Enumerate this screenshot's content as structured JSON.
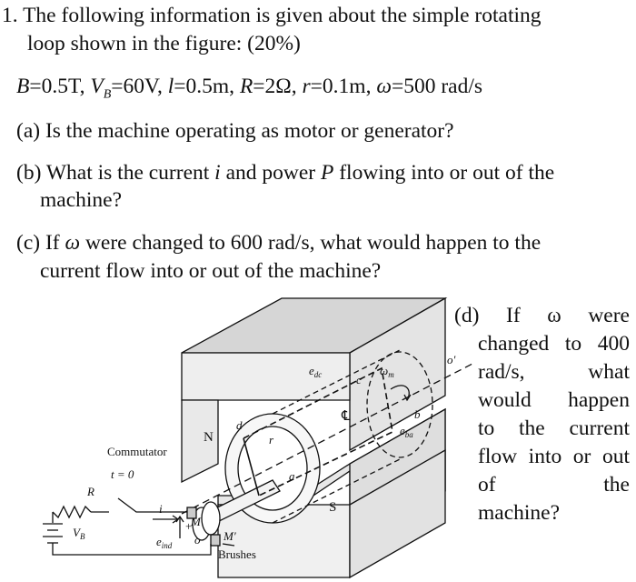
{
  "problem": {
    "number": "1.",
    "intro_line1": "The following information is given about the simple rotating",
    "intro_line2": "loop shown in the figure: (20%)",
    "givens": {
      "B_sym": "B",
      "B_val": "=0.5T, ",
      "V_sym": "V",
      "V_sub": "B",
      "V_val": "=60V, ",
      "l_sym": "l",
      "l_val": "=0.5m, ",
      "R_sym": "R",
      "R_val": "=2Ω, ",
      "r_sym": "r",
      "r_val": "=0.1m, ",
      "w_sym": "ω",
      "w_val": "=500 rad/s"
    },
    "part_a": "(a) Is the machine operating as motor or generator?",
    "part_b_line1_pre": "(b) What is the current ",
    "part_b_i": "i",
    "part_b_line1_mid": " and power ",
    "part_b_P": "P",
    "part_b_line1_post": " flowing into or out of the",
    "part_b_line2": "machine?",
    "part_c_line1_pre": "(c) If ",
    "part_c_w": "ω",
    "part_c_line1_post": " were changed to 600 rad/s, what would happen to the",
    "part_c_line2": "current flow into or out of the machine?",
    "part_d": {
      "line1": "(d)  If  ω  were",
      "line2": "changed to 400",
      "line3": "rad/s,        what",
      "line4": "would  happen",
      "line5": "to  the  current",
      "line6": "flow into or out",
      "line7": "of              the",
      "line8": "machine?"
    }
  },
  "figure": {
    "label_N": "N",
    "label_S": "S",
    "label_commutator": "Commutator",
    "label_brushes": "Brushes",
    "label_t0": "t = 0",
    "label_R": "R",
    "label_VB": "V",
    "label_VB_sub": "B",
    "label_i": "i",
    "label_eind": "e",
    "label_eind_sub": "ind",
    "label_M": "M",
    "label_Mp": "M′",
    "label_edc": "e",
    "label_edc_sub": "dc",
    "label_eba": "e",
    "label_eba_sub": "ba",
    "label_wm": "ω",
    "label_wm_sub": "m",
    "label_a": "a",
    "label_b": "b",
    "label_c": "c",
    "label_d": "d",
    "label_r": "r",
    "label_o": "o",
    "label_op": "o′",
    "label_CL": "℄",
    "label_plus": "+",
    "label_minus": "–"
  }
}
